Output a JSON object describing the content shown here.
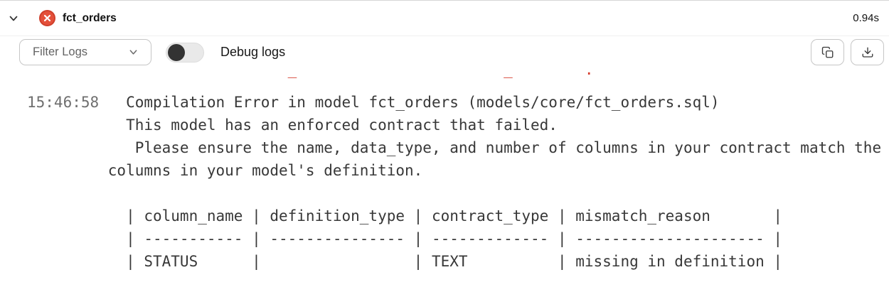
{
  "header": {
    "model_name": "fct_orders",
    "duration": "0.94s"
  },
  "toolbar": {
    "filter_label": "Filter Logs",
    "debug_toggle_label": "Debug logs",
    "toggle_state": "off"
  },
  "icons": {
    "status": "error-x-circle",
    "left": "chevron-down",
    "filter": "chevron-down",
    "copy": "copy",
    "download": "download"
  },
  "colors": {
    "error_icon": "#e4503a",
    "error_text": "#d63a2a",
    "timestamp": "#6f6f6f",
    "log_text": "#383838"
  },
  "log": {
    "clipped_fragment": "                             _                       _        .",
    "rows": [
      {
        "ts": "15:46:58",
        "text": "   Compilation Error in model fct_orders (models/core/fct_orders.sql)"
      },
      {
        "ts": "",
        "text": "           This model has an enforced contract that failed."
      },
      {
        "ts": "",
        "text": "            Please ensure the name, data_type, and number of columns in your contract match the"
      },
      {
        "ts": "",
        "text": "         columns in your model's definition."
      },
      {
        "ts": "",
        "text": ""
      },
      {
        "ts": "",
        "text": "           | column_name | definition_type | contract_type | mismatch_reason       |"
      },
      {
        "ts": "",
        "text": "           | ----------- | --------------- | ------------- | --------------------- |"
      },
      {
        "ts": "",
        "text": "           | STATUS      |                 | TEXT          | missing in definition |"
      }
    ]
  }
}
